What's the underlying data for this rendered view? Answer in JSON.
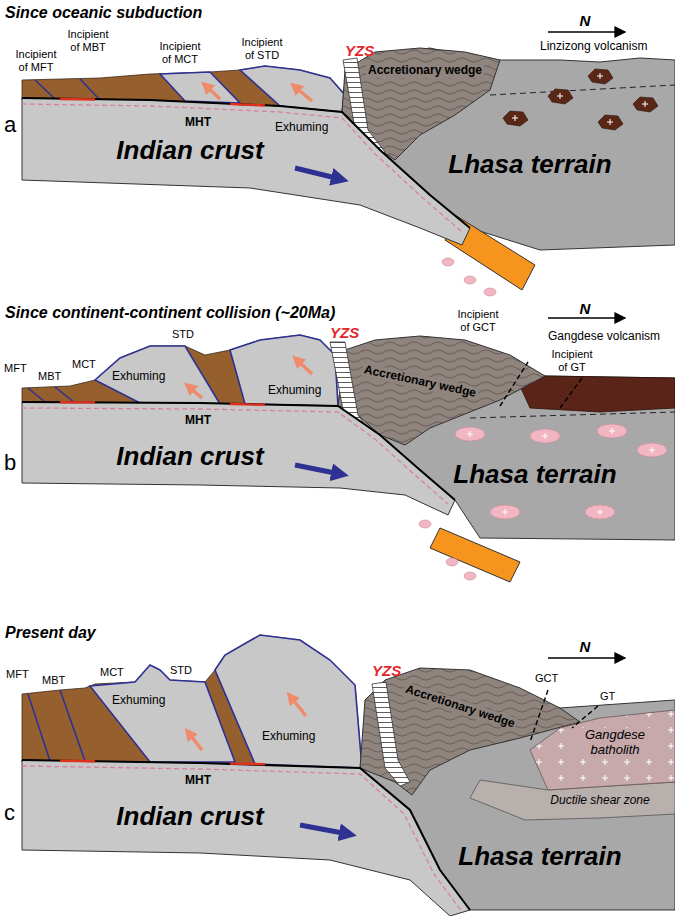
{
  "diagram": {
    "labels": [
      "Since oceanic subduction",
      "N",
      "Incipient of MBT",
      "Incipient of MFT",
      "Incipient of MCT",
      "Incipient of STD",
      "YZS",
      "Accretionary wedge",
      "Linzizong volcanism",
      "MHT",
      "Exhuming",
      "Indian crust",
      "Lhasa terrain",
      "a",
      "Since continent-continent collision (~20Ma)",
      "N",
      "YZS",
      "Incipient of GCT",
      "Incipient of GT",
      "Gangdese volcanism",
      "Accretionary wedge",
      "MFT",
      "MBT",
      "MCT",
      "STD",
      "Exhuming",
      "Exhuming",
      "MHT",
      "Indian crust",
      "Lhasa terrain",
      "b",
      "Present day",
      "N",
      "MFT",
      "MBT",
      "MCT",
      "STD",
      "Exhuming",
      "Exhuming",
      "YZS",
      "Accretionary wedge",
      "GCT",
      "GT",
      "Gangdese batholith",
      "Ductile shear zone",
      "MHT",
      "Indian crust",
      "Lhasa terrain",
      "c"
    ]
  }
}
